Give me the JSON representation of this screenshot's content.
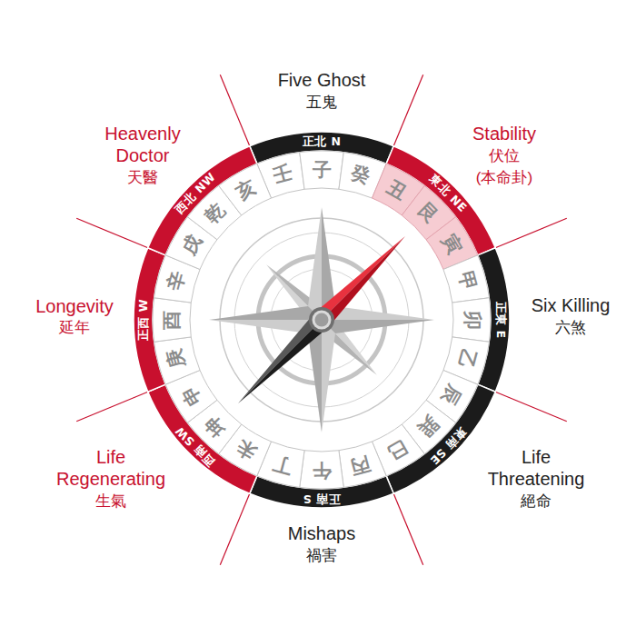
{
  "diagram": {
    "nodes": [
      {
        "text": [
          "正北 N"
        ]
      },
      {
        "text": [
          "東北 NE"
        ]
      },
      {
        "text": [
          "正東 E"
        ]
      },
      {
        "text": [
          "東南 SE"
        ]
      },
      {
        "text": [
          "正南 S"
        ]
      },
      {
        "text": [
          "西南 SW"
        ]
      },
      {
        "text": [
          "正西 W"
        ]
      },
      {
        "text": [
          "西北 NW"
        ]
      },
      {
        "text": [
          "壬"
        ]
      },
      {
        "text": [
          "子"
        ]
      },
      {
        "text": [
          "癸"
        ]
      },
      {
        "text": [
          "丑"
        ]
      },
      {
        "text": [
          "艮"
        ]
      },
      {
        "text": [
          "寅"
        ]
      },
      {
        "text": [
          "甲"
        ]
      },
      {
        "text": [
          "卯"
        ]
      },
      {
        "text": [
          "乙"
        ]
      },
      {
        "text": [
          "辰"
        ]
      },
      {
        "text": [
          "巽"
        ]
      },
      {
        "text": [
          "巳"
        ]
      },
      {
        "text": [
          "丙"
        ]
      },
      {
        "text": [
          "午"
        ]
      },
      {
        "text": [
          "丁"
        ]
      },
      {
        "text": [
          "未"
        ]
      },
      {
        "text": [
          "坤"
        ]
      },
      {
        "text": [
          "申"
        ]
      },
      {
        "text": [
          "庚"
        ]
      },
      {
        "text": [
          "酉"
        ]
      },
      {
        "text": [
          "辛"
        ]
      },
      {
        "text": [
          "戌"
        ]
      },
      {
        "text": [
          "乾"
        ]
      },
      {
        "text": [
          "亥"
        ]
      }
    ],
    "labels": [
      "Five Ghost",
      "五鬼",
      "Stability",
      "伏位",
      "(本命卦)",
      "Six Killing",
      "六煞",
      "Life Threatening",
      "絕命",
      "Mishaps",
      "禍害",
      "Life Regenerating",
      "生氣",
      "Longevity",
      "延年",
      "Heavenly Doctor",
      "天醫"
    ]
  }
}
